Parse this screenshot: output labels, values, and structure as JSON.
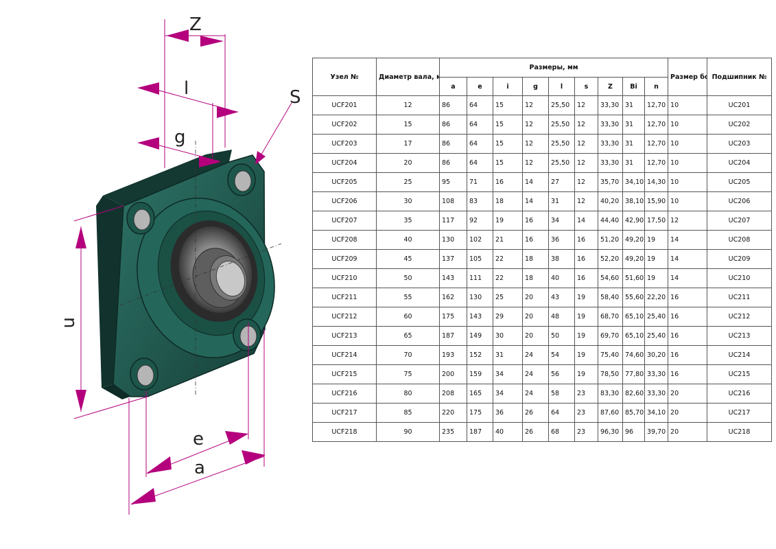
{
  "diagram": {
    "labels": {
      "z": "Z",
      "l": "l",
      "s": "S",
      "g": "g",
      "n": "n",
      "e": "e",
      "a": "a"
    }
  },
  "table": {
    "headers": {
      "unit": "Узел №",
      "shaft": "Диаметр вала, мм",
      "dims_group": "Размеры, мм",
      "bolt": "Размер болта",
      "bearing": "Подшипник №"
    },
    "dim_headers": [
      "a",
      "e",
      "i",
      "g",
      "l",
      "s",
      "Z",
      "Bi",
      "n"
    ],
    "rows": [
      [
        "UCF201",
        "12",
        "86",
        "64",
        "15",
        "12",
        "25,50",
        "12",
        "33,30",
        "31",
        "12,70",
        "10",
        "UC201"
      ],
      [
        "UCF202",
        "15",
        "86",
        "64",
        "15",
        "12",
        "25,50",
        "12",
        "33,30",
        "31",
        "12,70",
        "10",
        "UC202"
      ],
      [
        "UCF203",
        "17",
        "86",
        "64",
        "15",
        "12",
        "25,50",
        "12",
        "33,30",
        "31",
        "12,70",
        "10",
        "UC203"
      ],
      [
        "UCF204",
        "20",
        "86",
        "64",
        "15",
        "12",
        "25,50",
        "12",
        "33,30",
        "31",
        "12,70",
        "10",
        "UC204"
      ],
      [
        "UCF205",
        "25",
        "95",
        "71",
        "16",
        "14",
        "27",
        "12",
        "35,70",
        "34,10",
        "14,30",
        "10",
        "UC205"
      ],
      [
        "UCF206",
        "30",
        "108",
        "83",
        "18",
        "14",
        "31",
        "12",
        "40,20",
        "38,10",
        "15,90",
        "10",
        "UC206"
      ],
      [
        "UCF207",
        "35",
        "117",
        "92",
        "19",
        "16",
        "34",
        "14",
        "44,40",
        "42,90",
        "17,50",
        "12",
        "UC207"
      ],
      [
        "UCF208",
        "40",
        "130",
        "102",
        "21",
        "16",
        "36",
        "16",
        "51,20",
        "49,20",
        "19",
        "14",
        "UC208"
      ],
      [
        "UCF209",
        "45",
        "137",
        "105",
        "22",
        "18",
        "38",
        "16",
        "52,20",
        "49,20",
        "19",
        "14",
        "UC209"
      ],
      [
        "UCF210",
        "50",
        "143",
        "111",
        "22",
        "18",
        "40",
        "16",
        "54,60",
        "51,60",
        "19",
        "14",
        "UC210"
      ],
      [
        "UCF211",
        "55",
        "162",
        "130",
        "25",
        "20",
        "43",
        "19",
        "58,40",
        "55,60",
        "22,20",
        "16",
        "UC211"
      ],
      [
        "UCF212",
        "60",
        "175",
        "143",
        "29",
        "20",
        "48",
        "19",
        "68,70",
        "65,10",
        "25,40",
        "16",
        "UC212"
      ],
      [
        "UCF213",
        "65",
        "187",
        "149",
        "30",
        "20",
        "50",
        "19",
        "69,70",
        "65,10",
        "25,40",
        "16",
        "UC213"
      ],
      [
        "UCF214",
        "70",
        "193",
        "152",
        "31",
        "24",
        "54",
        "19",
        "75,40",
        "74,60",
        "30,20",
        "16",
        "UC214"
      ],
      [
        "UCF215",
        "75",
        "200",
        "159",
        "34",
        "24",
        "56",
        "19",
        "78,50",
        "77,80",
        "33,30",
        "16",
        "UC215"
      ],
      [
        "UCF216",
        "80",
        "208",
        "165",
        "34",
        "24",
        "58",
        "23",
        "83,30",
        "82,60",
        "33,30",
        "20",
        "UC216"
      ],
      [
        "UCF217",
        "85",
        "220",
        "175",
        "36",
        "26",
        "64",
        "23",
        "87,60",
        "85,70",
        "34,10",
        "20",
        "UC217"
      ],
      [
        "UCF218",
        "90",
        "235",
        "187",
        "40",
        "26",
        "68",
        "23",
        "96,30",
        "96",
        "39,70",
        "20",
        "UC218"
      ]
    ]
  },
  "colors": {
    "housing": "#1f5a50",
    "dimension": "#b4007d",
    "insert": "#6e6e6e"
  }
}
